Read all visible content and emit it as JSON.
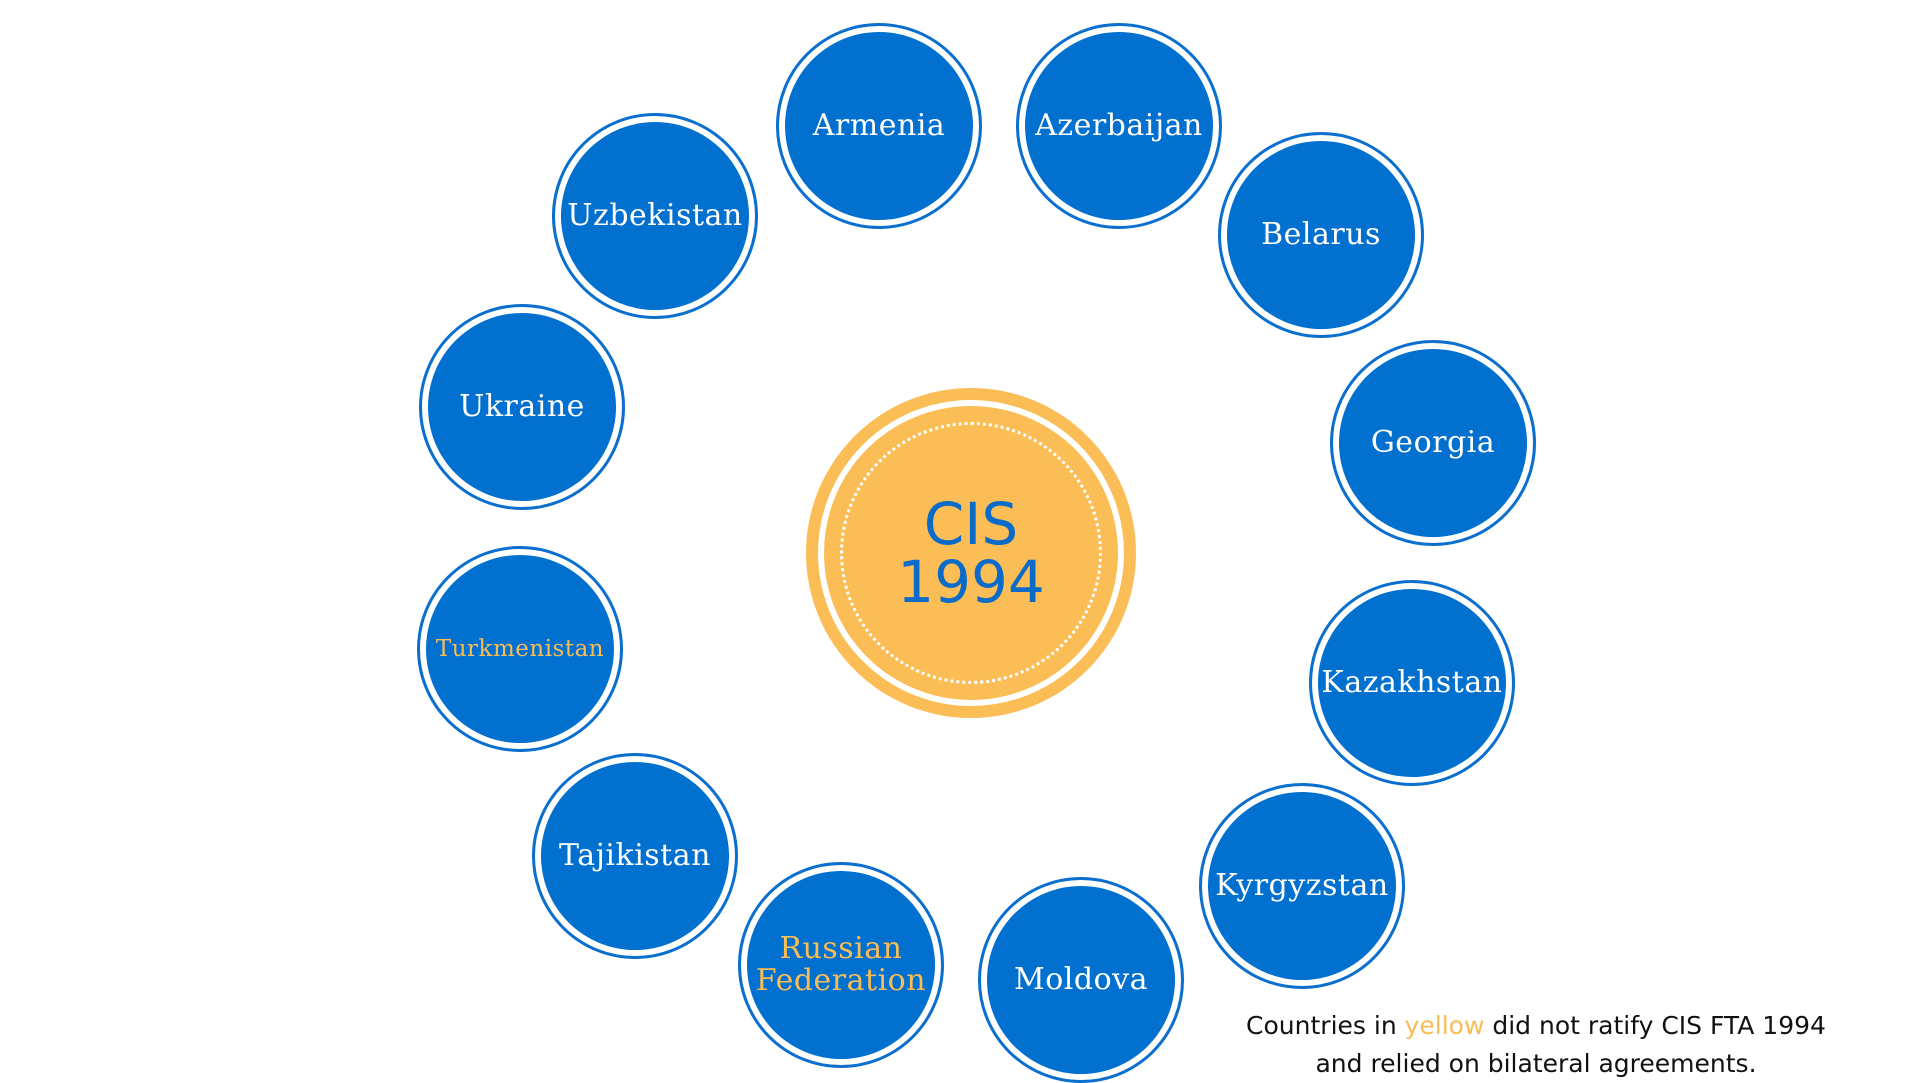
{
  "center": {
    "line1": "CIS",
    "line2": "1994"
  },
  "countries": [
    {
      "id": "armenia",
      "label": "Armenia",
      "ratified": true
    },
    {
      "id": "azerbaijan",
      "label": "Azerbaijan",
      "ratified": true
    },
    {
      "id": "belarus",
      "label": "Belarus",
      "ratified": true
    },
    {
      "id": "georgia",
      "label": "Georgia",
      "ratified": true
    },
    {
      "id": "kazakhstan",
      "label": "Kazakhstan",
      "ratified": true
    },
    {
      "id": "kyrgyzstan",
      "label": "Kyrgyzstan",
      "ratified": true
    },
    {
      "id": "moldova",
      "label": "Moldova",
      "ratified": true
    },
    {
      "id": "russian-federation",
      "label_line1": "Russian",
      "label_line2": "Federation",
      "ratified": false
    },
    {
      "id": "tajikistan",
      "label": "Tajikistan",
      "ratified": true
    },
    {
      "id": "turkmenistan",
      "label": "Turkmenistan",
      "ratified": false
    },
    {
      "id": "ukraine",
      "label": "Ukraine",
      "ratified": true
    },
    {
      "id": "uzbekistan",
      "label": "Uzbekistan",
      "ratified": true
    }
  ],
  "note": {
    "part1": "Countries in ",
    "highlight": "yellow",
    "part2": " did not ratify CIS FTA 1994",
    "line2": "and relied on bilateral agreements."
  },
  "colors": {
    "node_fill": "#0270cf",
    "node_ring": "#0a6fcf",
    "center_fill": "#fbbd56",
    "center_text": "#0b6bc8",
    "not_ratified_text": "#f9bd55"
  }
}
